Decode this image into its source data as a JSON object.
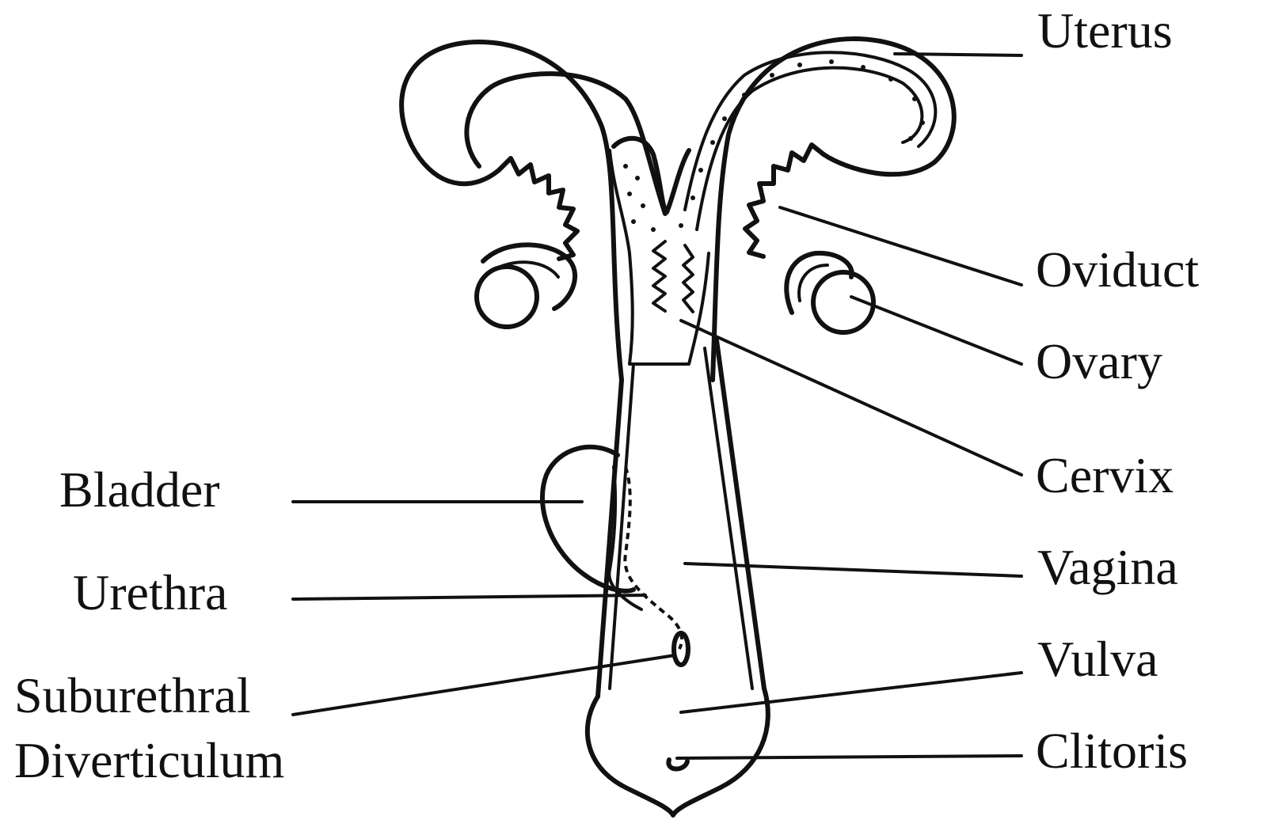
{
  "diagram": {
    "labels": {
      "uterus": "Uterus",
      "oviduct": "Oviduct",
      "ovary": "Ovary",
      "cervix": "Cervix",
      "vagina": "Vagina",
      "vulva": "Vulva",
      "clitoris": "Clitoris",
      "bladder": "Bladder",
      "urethra": "Urethra",
      "suburethral_line1": "Suburethral",
      "suburethral_line2": "Diverticulum"
    },
    "colors": {
      "ink": "#111111",
      "background": "#ffffff"
    }
  }
}
